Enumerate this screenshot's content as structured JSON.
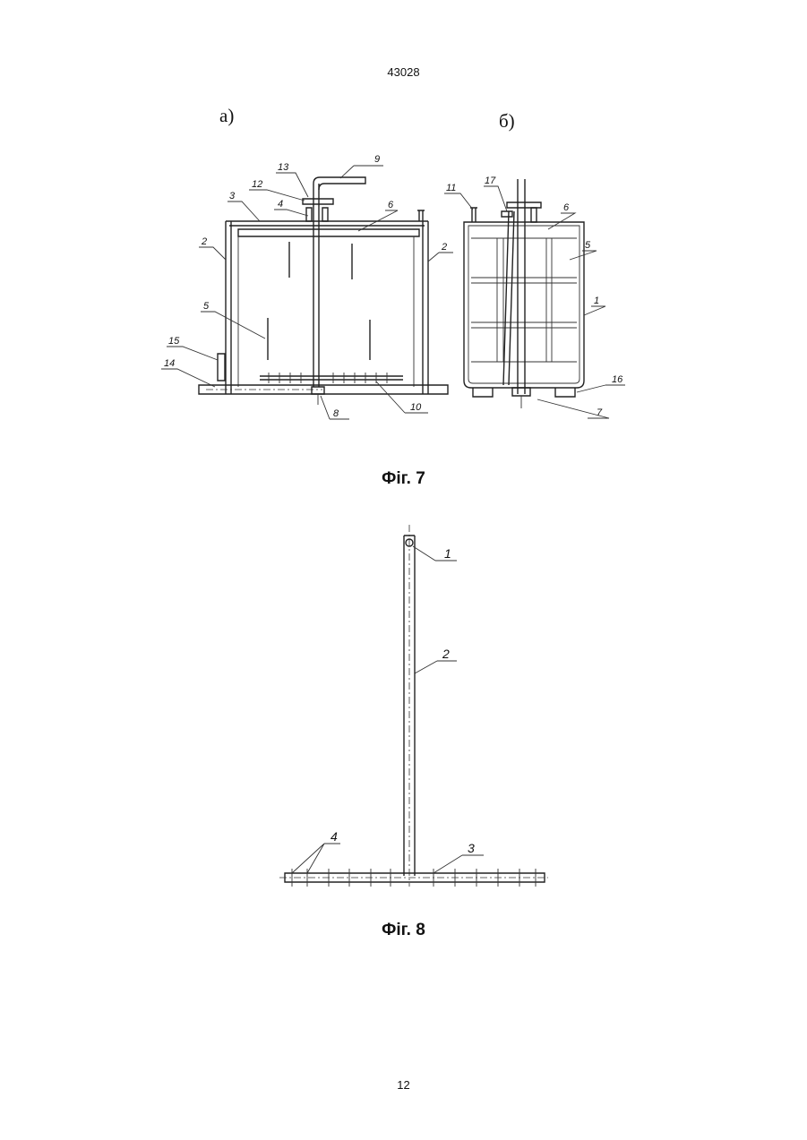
{
  "document": {
    "number": "43028",
    "page": "12"
  },
  "fig7": {
    "caption": "Фіг. 7",
    "sub_a": "а)",
    "sub_b": "б)",
    "labels_a": [
      "9",
      "13",
      "12",
      "3",
      "4",
      "6",
      "2",
      "2",
      "5",
      "15",
      "14",
      "8",
      "10"
    ],
    "labels_b": [
      "11",
      "17",
      "6",
      "5",
      "1",
      "16",
      "7"
    ]
  },
  "fig8": {
    "caption": "Фіг. 8",
    "labels": [
      "1",
      "2",
      "4",
      "3"
    ]
  }
}
